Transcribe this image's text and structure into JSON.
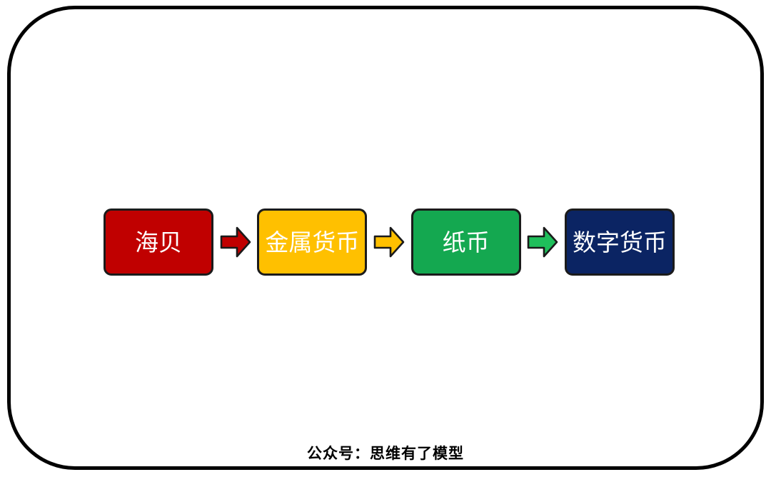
{
  "canvas": {
    "background_color": "#ffffff",
    "frame_border_color": "#000000"
  },
  "diagram": {
    "description": "currency-evolution-flow",
    "nodes": [
      {
        "label": "海贝",
        "fill": "#c00000",
        "text_color": "#ffffff"
      },
      {
        "label": "金属货币",
        "fill": "#ffc000",
        "text_color": "#ffffff"
      },
      {
        "label": "纸币",
        "fill": "#14a850",
        "text_color": "#ffffff"
      },
      {
        "label": "数字货币",
        "fill": "#0b2463",
        "text_color": "#ffffff"
      }
    ],
    "arrows": [
      {
        "direction": "right",
        "fill": "#c00000"
      },
      {
        "direction": "right",
        "fill": "#ffc000"
      },
      {
        "direction": "right",
        "fill": "#1fbf5b"
      }
    ]
  },
  "footer": {
    "caption": "公众号：思维有了模型"
  }
}
